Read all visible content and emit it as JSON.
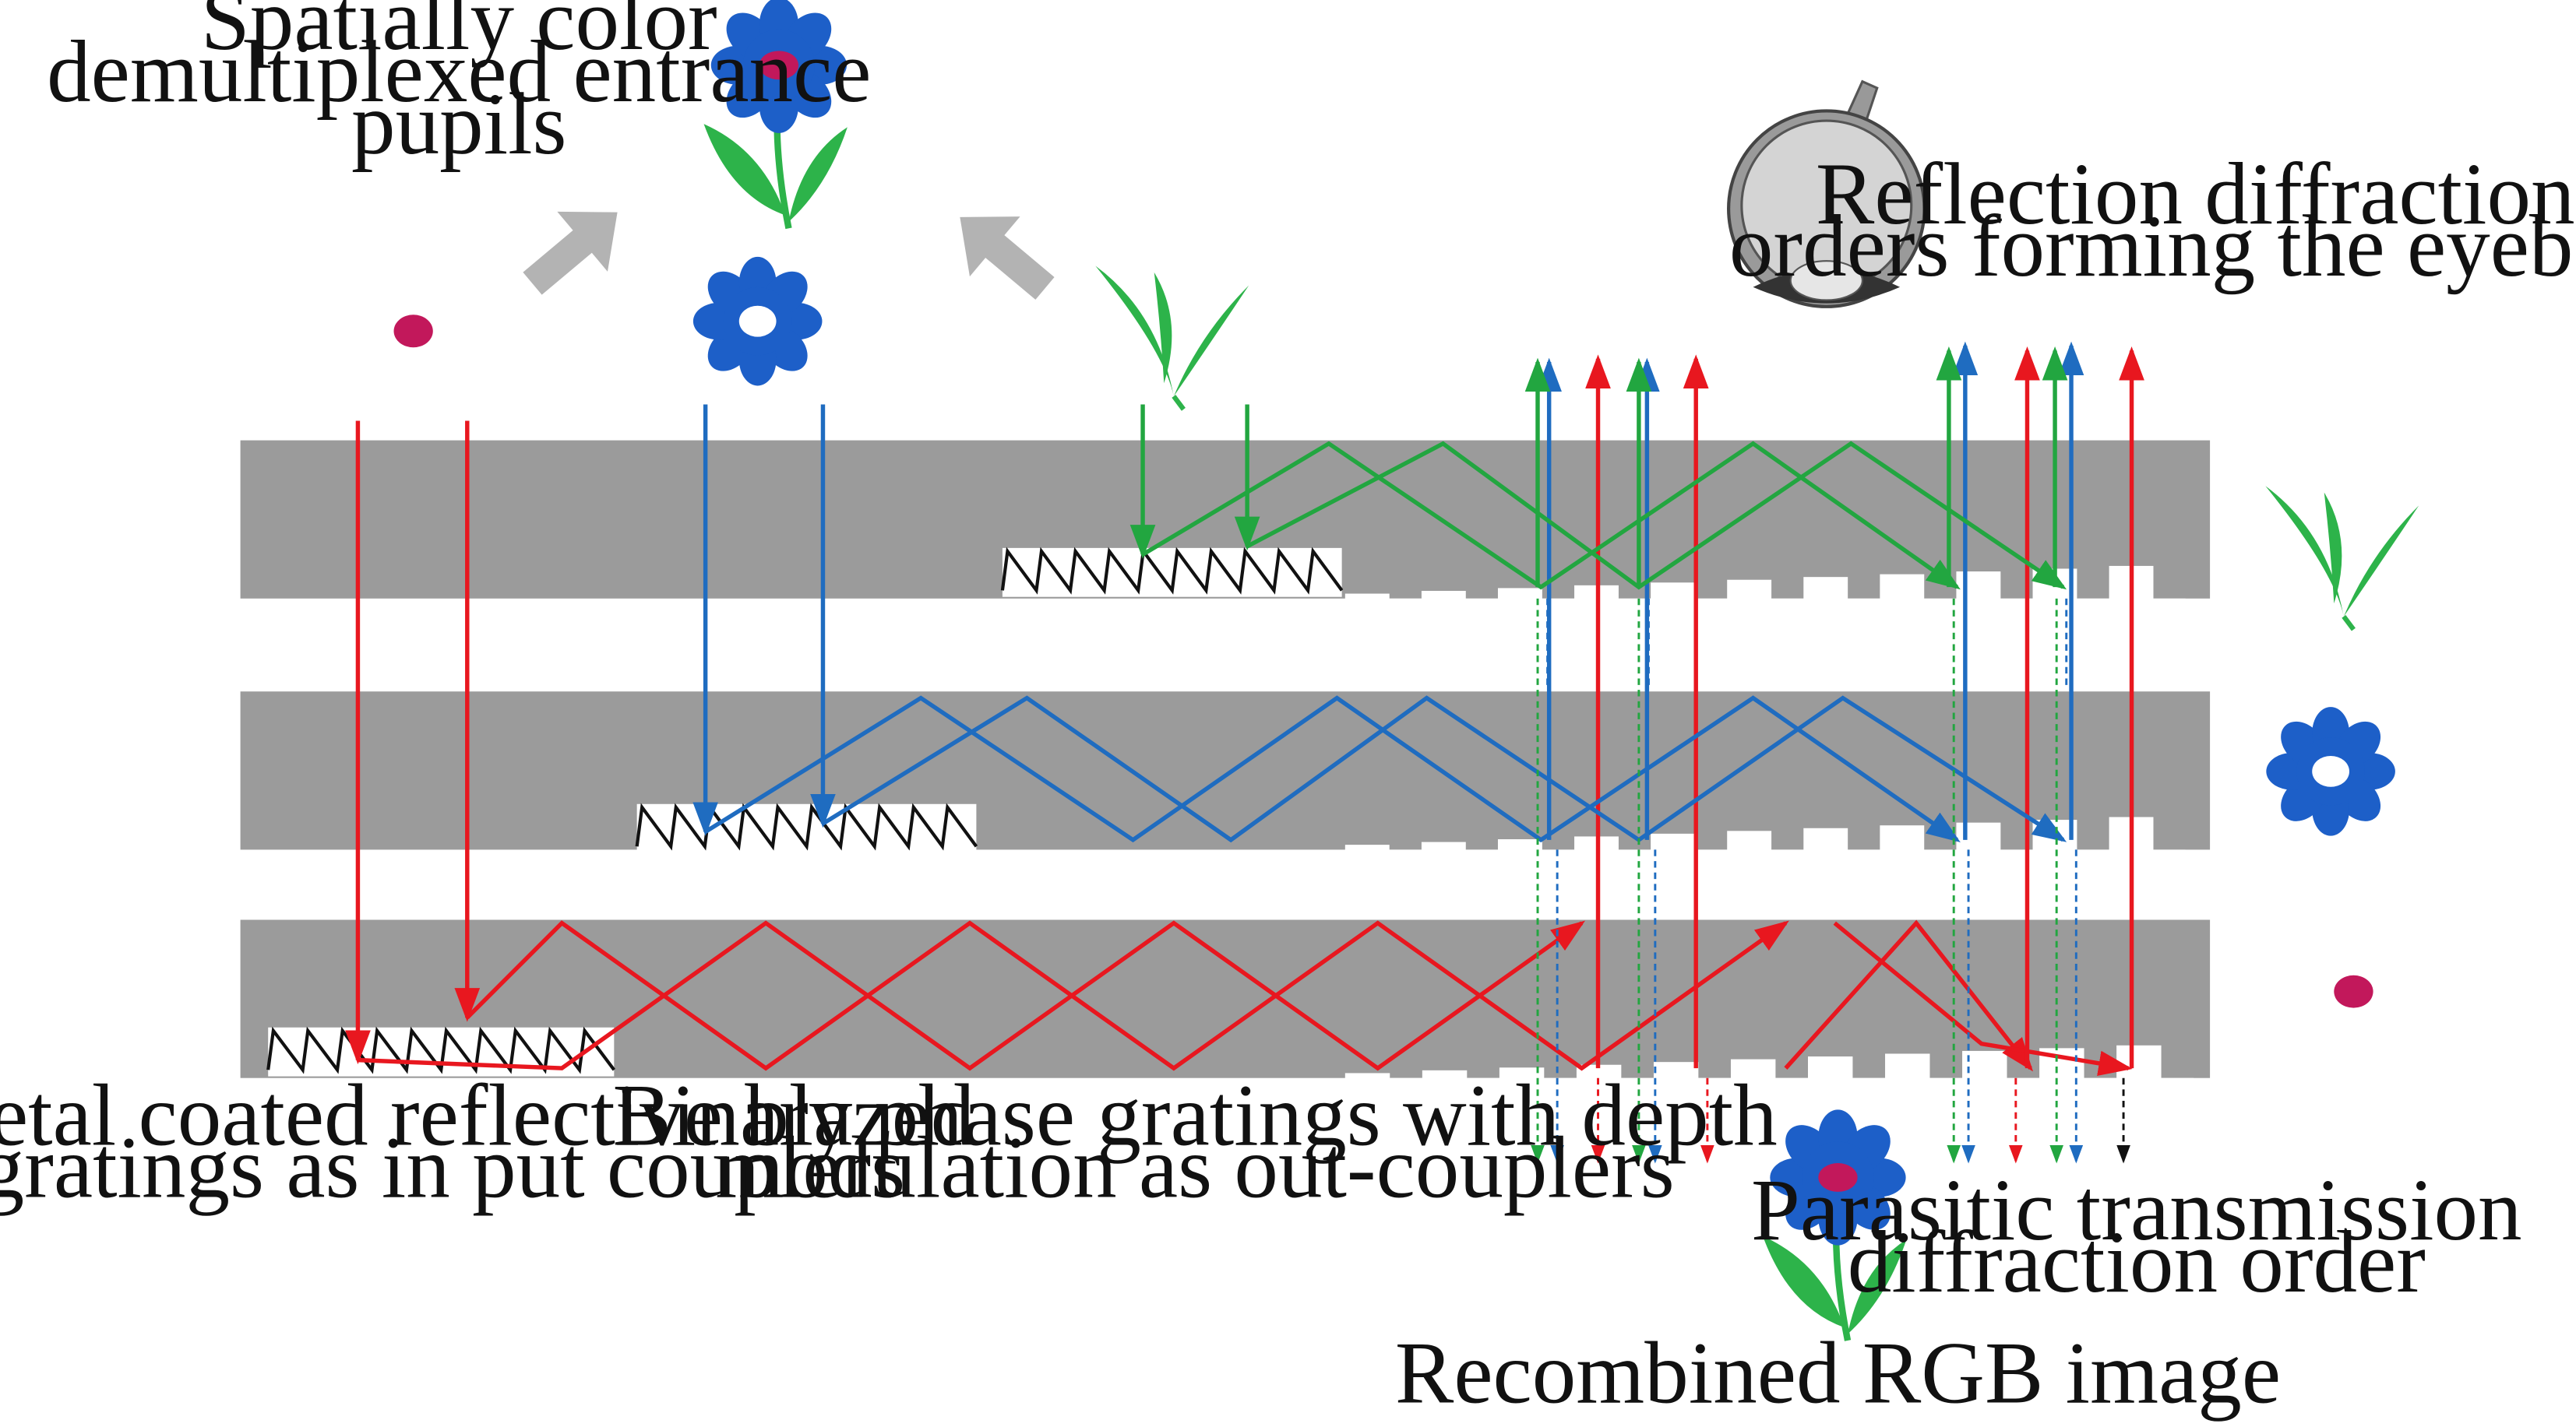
{
  "labels": {
    "entrance_pupils": [
      "Spatially color",
      "demultiplexed entrance",
      "pupils"
    ],
    "eyebox": [
      "Reflection diffraction",
      "orders forming the eyebox"
    ],
    "input_couplers": [
      "Metal coated reflective blazed",
      "gratings as in put couplers"
    ],
    "out_couplers": [
      "Binary phase gratings with depth",
      "modulation as out-couplers"
    ],
    "parasitic": [
      "Parasitic transmission",
      "diffraction order"
    ],
    "recombined": "Recombined RGB image"
  },
  "colors": {
    "red": "#e8171f",
    "green": "#22a640",
    "blue": "#1f6cc0",
    "waveguide": "#9b9b9b",
    "grating": "#111111",
    "pointer_arrow": "#b3b3b3",
    "flower_petal": "#1d5fc8",
    "flower_center": "#c2185b",
    "leaf": "#2db34a"
  },
  "icons": [
    "flower-rgb-icon",
    "flower-blue-icon",
    "red-dot-icon",
    "leaves-green-icon",
    "eye-icon",
    "pointer-arrow-icon"
  ],
  "layers": [
    "green",
    "blue",
    "red"
  ]
}
